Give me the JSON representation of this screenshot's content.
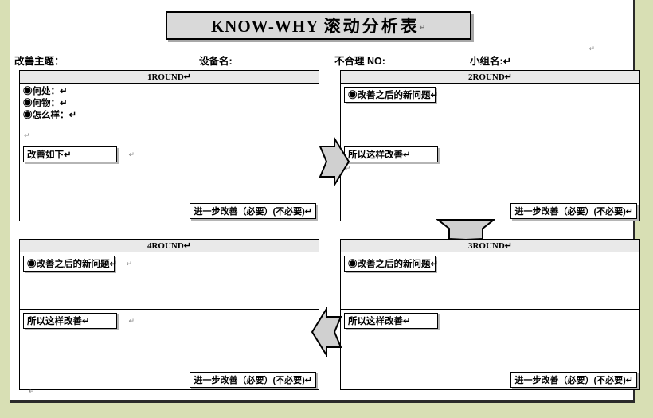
{
  "document": {
    "title_en": "KNOW-WHY",
    "title_cjk": "滚动分析表",
    "pilcrow": "↵"
  },
  "header_fields": {
    "theme": "改善主题：",
    "equipment": "设备名:",
    "irrational_no": "不合理 NO:",
    "group": "小组名:↵"
  },
  "marks": {
    "pilcrow": "↵",
    "small": "↵"
  },
  "rounds": [
    {
      "id": "round1",
      "header": "1ROUND↵",
      "bullets": [
        "◉何处：↵",
        "◉何物：↵",
        "◉怎么样：↵"
      ],
      "stray_mark": "↵",
      "improve_label": "改善如下↵",
      "footer": "进一步改善（必要）(不必要)↵"
    },
    {
      "id": "round2",
      "header": "2ROUND↵",
      "problem_label": "◉改善之后的新问题↵",
      "reason_label": "所以这样改善↵",
      "footer": "进一步改善（必要）(不必要)↵"
    },
    {
      "id": "round3",
      "header": "3ROUND↵",
      "problem_label": "◉改善之后的新问题↵",
      "reason_label": "所以这样改善↵",
      "footer": "进一步改善（必要）(不必要)↵"
    },
    {
      "id": "round4",
      "header": "4ROUND↵",
      "problem_label": "◉改善之后的新问题↵",
      "reason_label": "所以这样改善↵",
      "footer": "进一步改善（必要）(不必要)↵"
    }
  ],
  "arrows": [
    {
      "name": "arrow-round1-to-round2",
      "direction": "right"
    },
    {
      "name": "arrow-round2-to-round3",
      "direction": "down"
    },
    {
      "name": "arrow-round3-to-round4",
      "direction": "left"
    }
  ],
  "colors": {
    "page_background": "#d8dfb4",
    "paper": "#ffffff",
    "title_fill": "#d9d9d9",
    "round_header_fill": "#e9e9e9",
    "arrow_fill": "#d0d0d0",
    "line": "#000000"
  }
}
